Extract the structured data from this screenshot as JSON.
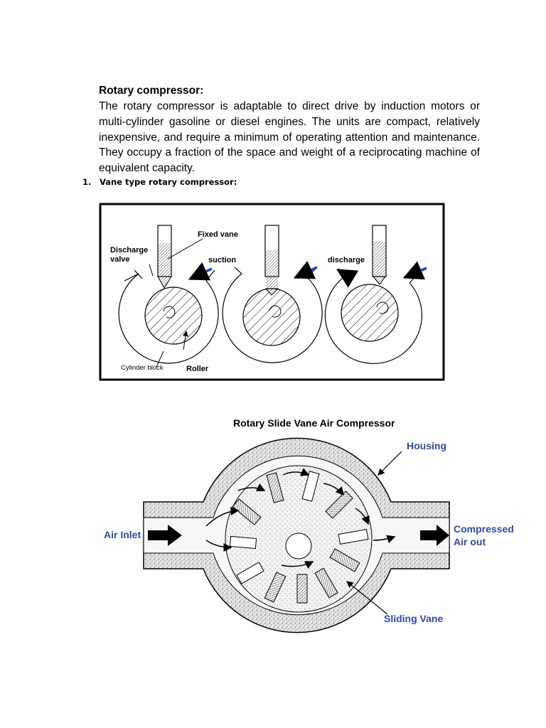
{
  "document": {
    "heading": "Rotary compressor",
    "heading_colon": ":",
    "paragraph": "The rotary compressor is adaptable to direct drive by induction motors or multi-cylinder gasoline or diesel engines. The units are compact, relatively inexpensive, and require a minimum of operating attention and maintenance. They occupy a fraction of the space and weight of a reciprocating machine of equivalent capacity.",
    "list_item_number": "1.",
    "list_item_text": "Vane type rotary compressor:"
  },
  "figure1": {
    "labels": {
      "fixed_vane": "Fixed vane",
      "discharge_valve_1": "Discharge",
      "discharge_valve_2": "valve",
      "suction": "suction",
      "discharge": "discharge",
      "cylinder_block": "Cylinder block",
      "roller": "Roller"
    },
    "colors": {
      "suction_arrow": "#1f3fd0",
      "discharge_arrow": "#e01818"
    }
  },
  "figure2": {
    "title": "Rotary Slide Vane Air Compressor",
    "labels": {
      "housing": "Housing",
      "air_inlet": "Air Inlet",
      "compressed_1": "Compressed",
      "compressed_2": "Air out",
      "sliding_vane": "Sliding Vane"
    },
    "colors": {
      "label_blue": "#2c4aa6"
    }
  }
}
